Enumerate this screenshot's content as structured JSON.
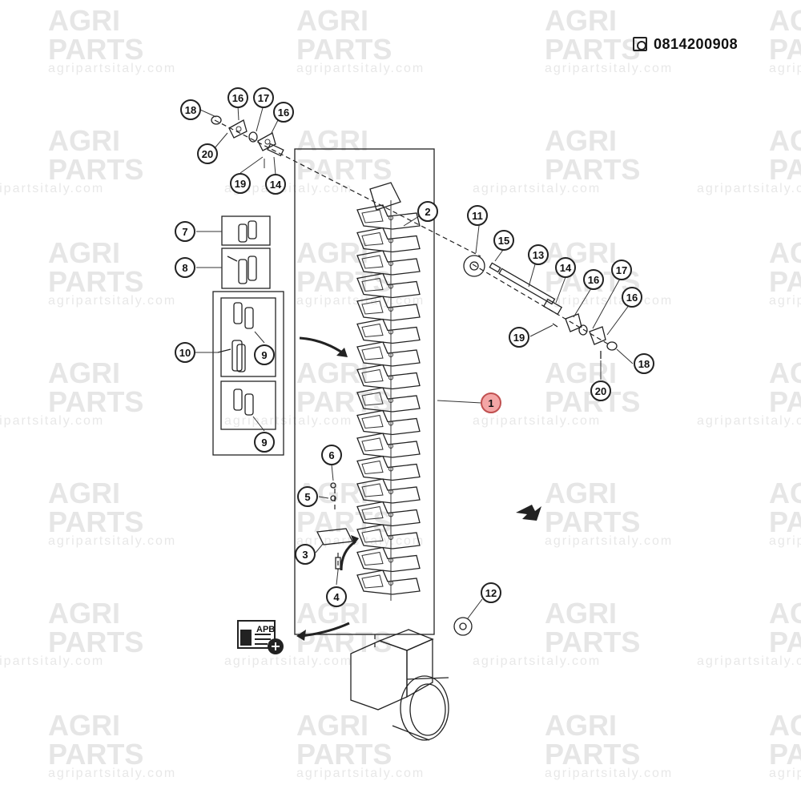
{
  "header": {
    "part_number": "0814200908",
    "part_icon": "part-number-icon"
  },
  "watermark": {
    "line1": "AGRI",
    "line2": "PARTS",
    "url": "agripartsitaly.com",
    "color": "#e6e6e6"
  },
  "callouts": [
    {
      "label": "1",
      "highlighted": true
    },
    {
      "label": "2"
    },
    {
      "label": "3"
    },
    {
      "label": "4"
    },
    {
      "label": "5"
    },
    {
      "label": "6"
    },
    {
      "label": "7"
    },
    {
      "label": "8"
    },
    {
      "label": "9"
    },
    {
      "label": "9"
    },
    {
      "label": "10"
    },
    {
      "label": "11"
    },
    {
      "label": "12"
    },
    {
      "label": "13"
    },
    {
      "label": "14"
    },
    {
      "label": "14"
    },
    {
      "label": "15"
    },
    {
      "label": "16"
    },
    {
      "label": "16"
    },
    {
      "label": "16"
    },
    {
      "label": "16"
    },
    {
      "label": "17"
    },
    {
      "label": "17"
    },
    {
      "label": "18"
    },
    {
      "label": "18"
    },
    {
      "label": "19"
    },
    {
      "label": "19"
    },
    {
      "label": "20"
    },
    {
      "label": "20"
    }
  ],
  "apb_card": {
    "label": "APB",
    "plus_icon": "add-plus-icon"
  },
  "colors": {
    "highlight_fill": "#f4a6a6",
    "line": "#222222"
  }
}
